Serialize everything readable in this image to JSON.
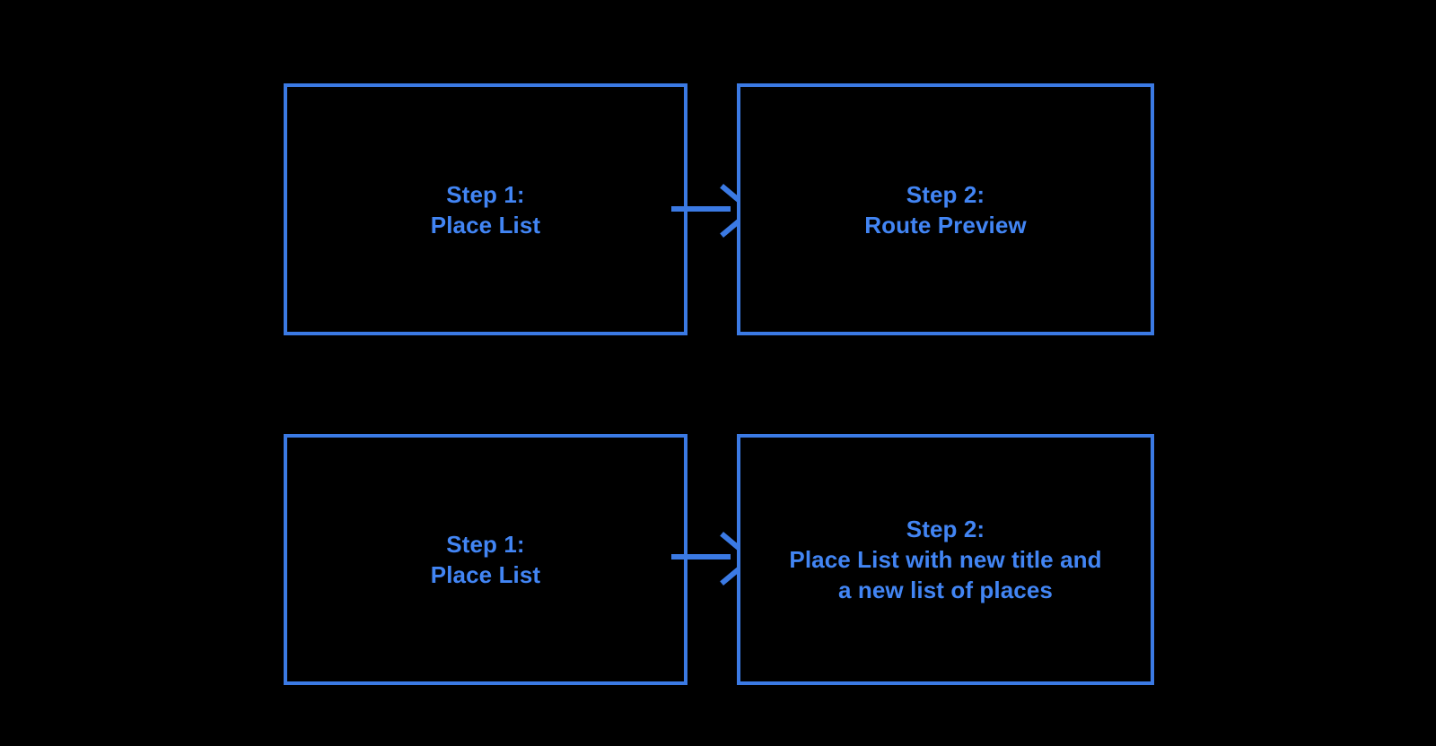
{
  "diagram": {
    "background_color": "#000000",
    "accent_color": "#3b7ae4",
    "text_color": "#4285f4",
    "rows": [
      {
        "id": "flow-route-preview",
        "from": {
          "label": "Step 1:\nPlace List"
        },
        "connector": {
          "icon": "arrow-right-icon"
        },
        "to": {
          "label": "Step 2:\nRoute Preview"
        }
      },
      {
        "id": "flow-new-place-list",
        "from": {
          "label": "Step 1:\nPlace List"
        },
        "connector": {
          "icon": "arrow-right-icon"
        },
        "to": {
          "label": "Step 2:\nPlace List with new title and\na new list of places"
        }
      }
    ]
  }
}
